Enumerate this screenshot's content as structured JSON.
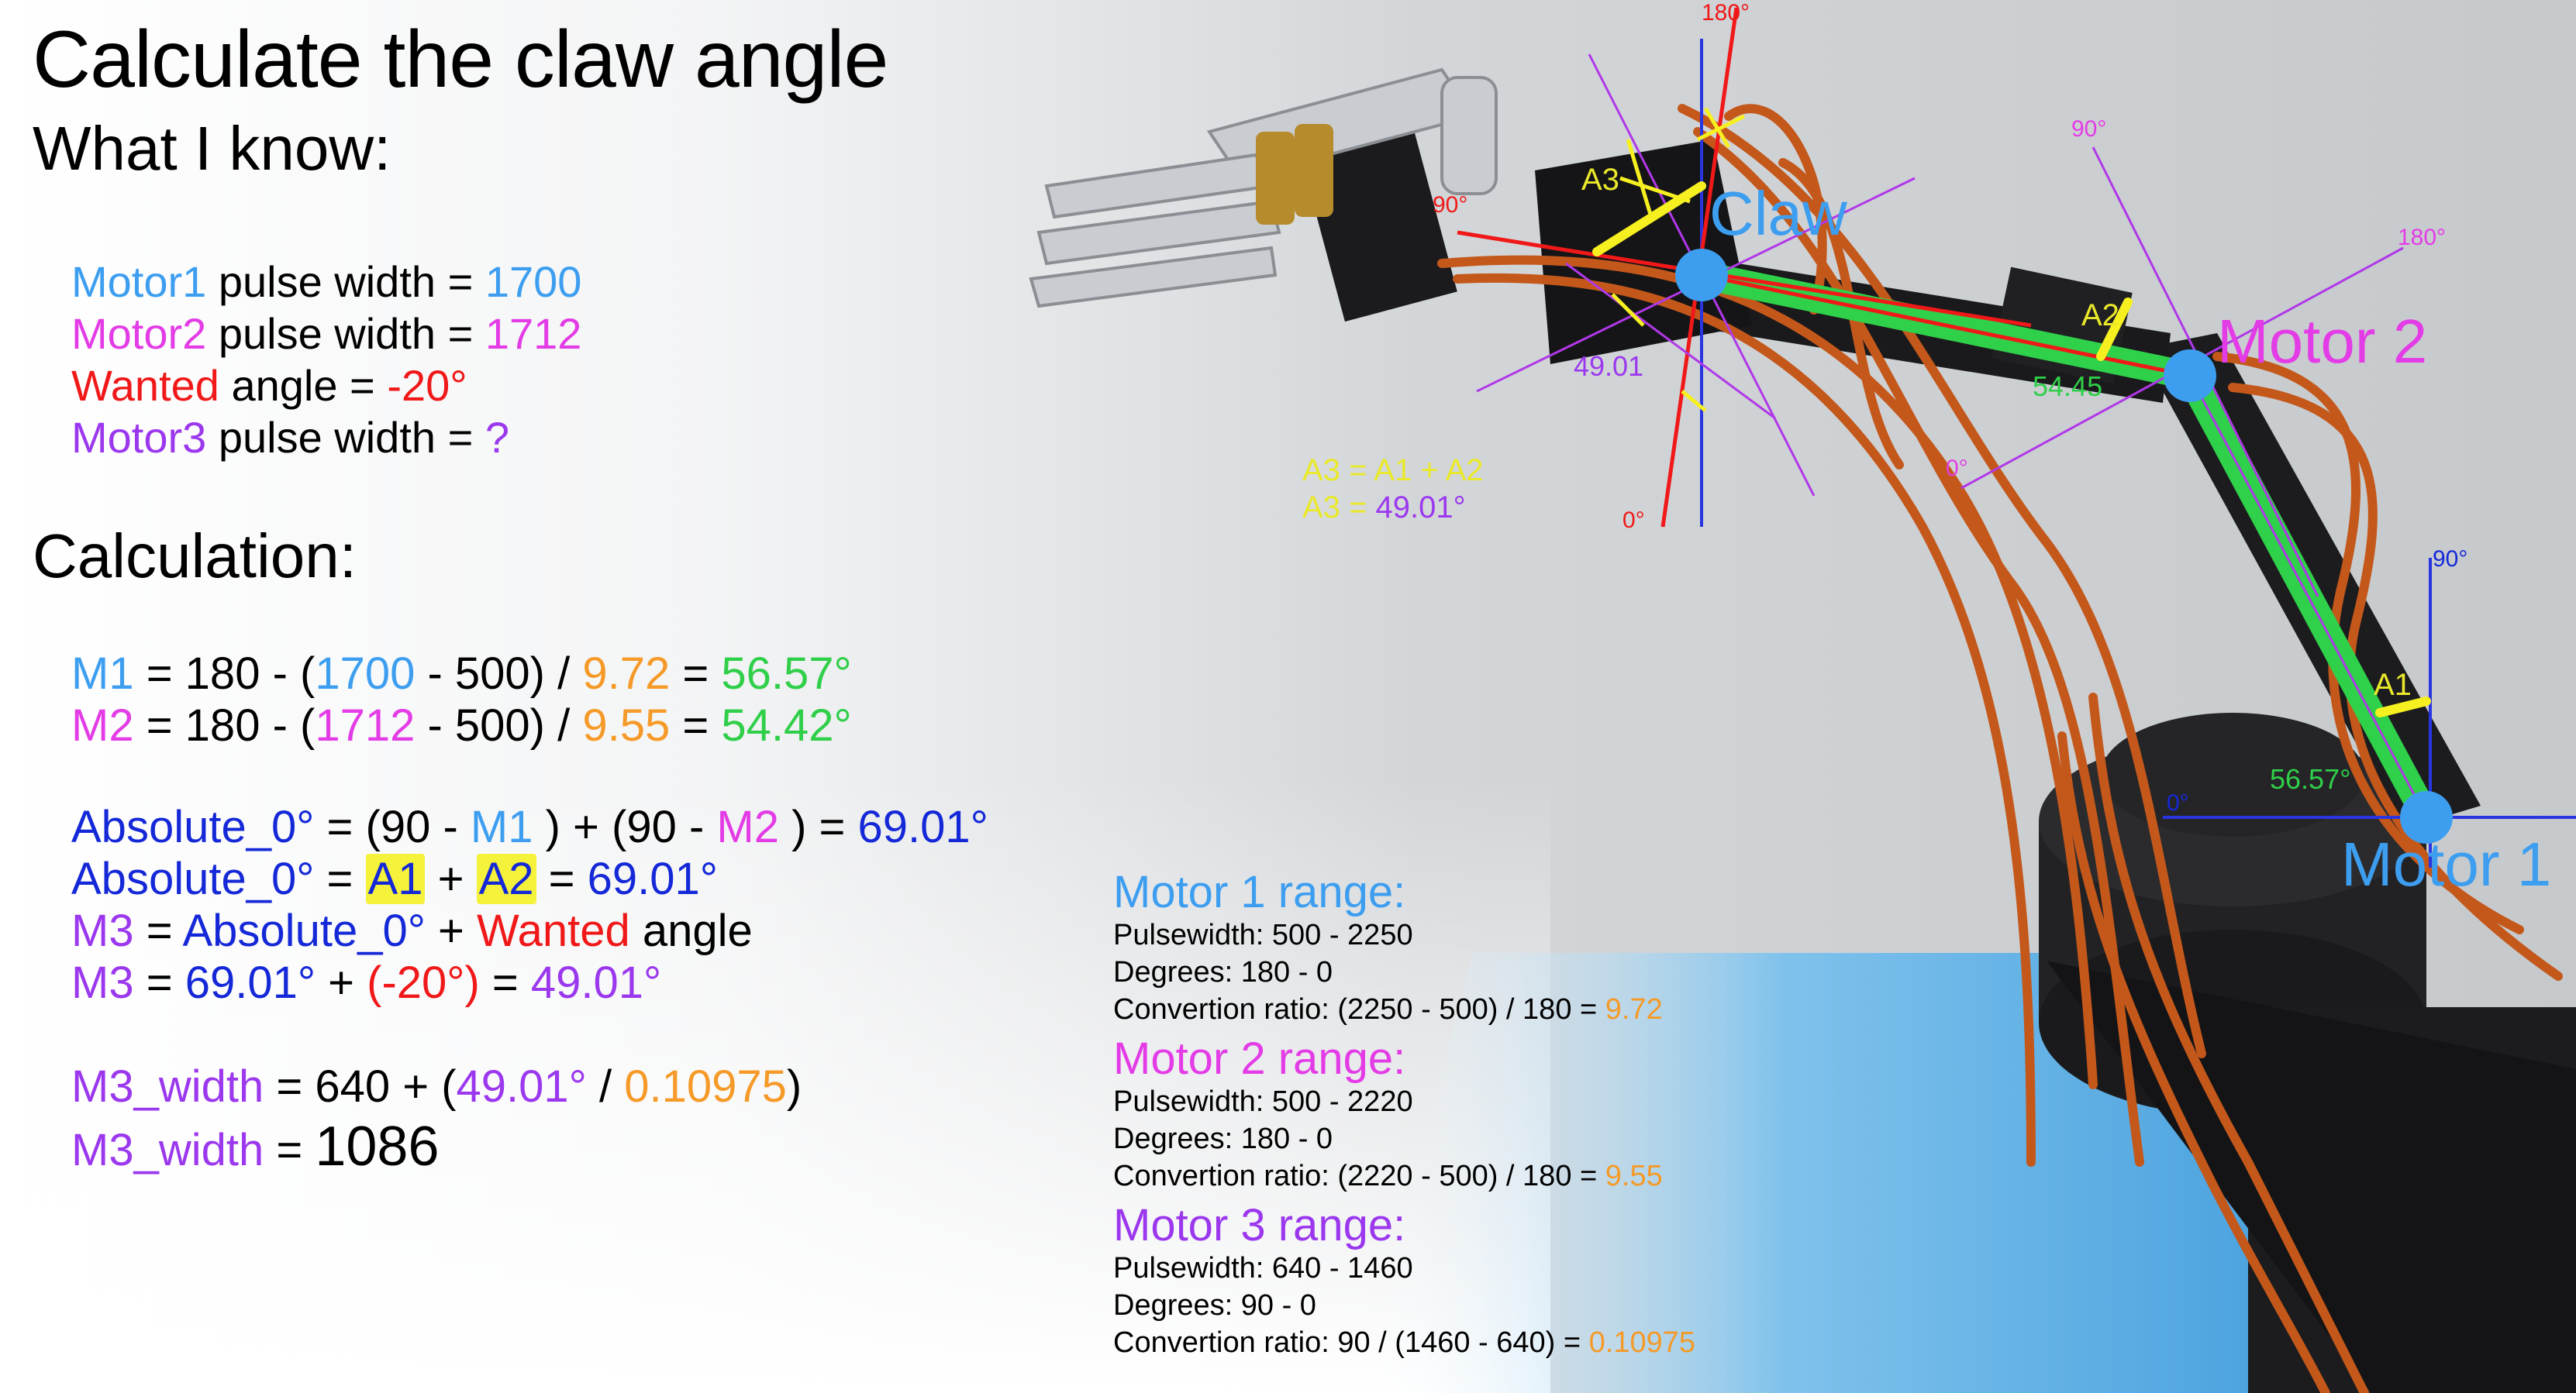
{
  "title": "Calculate the claw angle",
  "known": {
    "heading": "What I know:",
    "rows": [
      {
        "label": "Motor1",
        "text": " pulse width = ",
        "value": "1700"
      },
      {
        "label": "Motor2",
        "text": " pulse width = ",
        "value": "1712"
      },
      {
        "label": "Wanted",
        "text": " angle = ",
        "value": "-20°"
      },
      {
        "label": "Motor3",
        "text": " pulse width = ",
        "value": "?"
      }
    ]
  },
  "calc": {
    "heading": "Calculation:",
    "m1": {
      "name": "M1",
      "t1": " = 180 - (",
      "pulse": "1700",
      "t2": " - 500) / ",
      "ratio": "9.72",
      "t3": " = ",
      "result": "56.57°"
    },
    "m2": {
      "name": "M2",
      "t1": " = 180 - (",
      "pulse": "1712",
      "t2": " - 500) / ",
      "ratio": "9.55",
      "t3": " = ",
      "result": "54.42°"
    },
    "abs1": {
      "name": "Absolute_0°",
      "t1": " = (90 - ",
      "m1": "M1",
      "t2": " ) + (90 - ",
      "m2": "M2",
      "t3": " ) = ",
      "result": "69.01°"
    },
    "abs2": {
      "name": "Absolute_0°",
      "t1": " = ",
      "a1": "A1",
      "t2": " + ",
      "a2": "A2",
      "t3": " = ",
      "result": "69.01°"
    },
    "m3a": {
      "name": "M3",
      "t1": " = ",
      "abs": "Absolute_0°",
      "t2": " + ",
      "wanted": "Wanted",
      "t3": " angle"
    },
    "m3b": {
      "name": "M3",
      "t1": " = ",
      "abs": "69.01°",
      "t2": " + ",
      "wanted": "(-20°)",
      "t3": " = ",
      "result": "49.01°"
    },
    "w1": {
      "name": "M3_width",
      "t1": " = 640 + (",
      "deg": "49.01°",
      "t2": " / ",
      "ratio": "0.10975",
      "t3": ")"
    },
    "w2": {
      "name": "M3_width",
      "t1": " = ",
      "result": "1086"
    }
  },
  "ranges": [
    {
      "heading": "Motor 1 range:",
      "pulse": "Pulsewidth: 500 - 2250",
      "degrees": "Degrees: 180 - 0",
      "conv": "Convertion ratio: (2250 - 500) / 180 = ",
      "ratio": "9.72"
    },
    {
      "heading": "Motor 2 range:",
      "pulse": "Pulsewidth: 500 - 2220",
      "degrees": "Degrees: 180 - 0",
      "conv": "Convertion ratio: (2220 - 500) / 180 = ",
      "ratio": "9.55"
    },
    {
      "heading": "Motor 3 range:",
      "pulse": "Pulsewidth: 640 - 1460",
      "degrees": "Degrees: 90 - 0",
      "conv": "Convertion ratio: 90 / (1460 - 640) = ",
      "ratio": "0.10975"
    }
  ],
  "diagram": {
    "claw": "Claw",
    "motor2": "Motor 2",
    "motor1": "Motor 1",
    "a1": "A1",
    "a2": "A2",
    "a3": "A3",
    "deg180_top": "180°",
    "deg90_claw": "90°",
    "deg0_claw": "0°",
    "deg90_m2": "90°",
    "deg180_m2": "180°",
    "deg0_m2": "0°",
    "deg90_m1": "90°",
    "deg0_m1": "0°",
    "ang_m1": "56.57°",
    "ang_m2": "54.45",
    "ang_claw": "49.01",
    "eq_a3a": "A3 = A1 + A2",
    "eq_a3b_pre": "A3 = ",
    "eq_a3b_val": "49.01°"
  },
  "colors": {
    "blue": "#3d9ef0",
    "magenta": "#e33ce6",
    "red": "#f01818",
    "purple": "#9b38ee",
    "orange": "#f59a28",
    "green": "#2fcf49",
    "darkblue": "#1428d8",
    "yellow": "#e9e82a"
  }
}
